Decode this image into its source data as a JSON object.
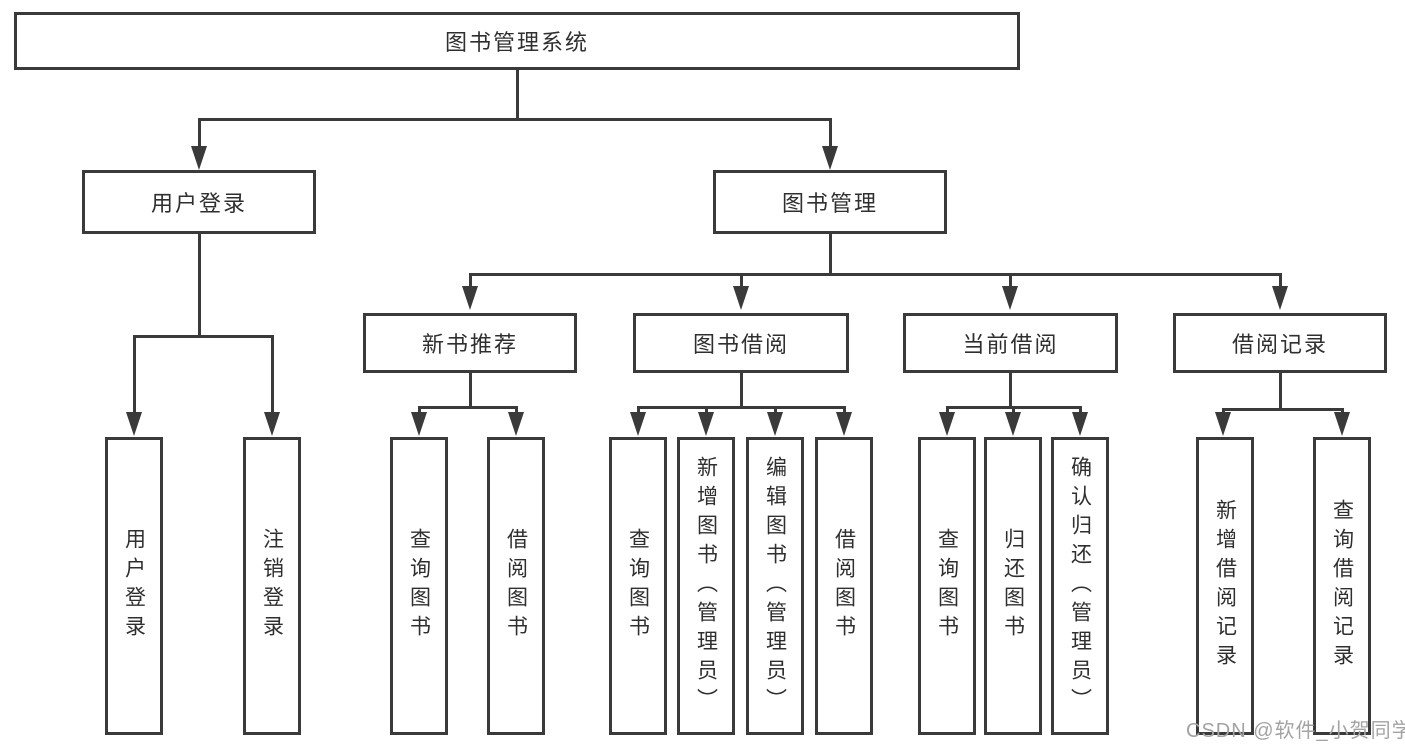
{
  "colors": {
    "line": "#3a3a3a",
    "box_border": "#3a3a3a",
    "text": "#2f2f2f",
    "background": "#ffffff",
    "watermark": "#a3a3a3"
  },
  "watermark": {
    "text": "CSDN @软件_小贺同学"
  },
  "diagram": {
    "root": {
      "label": "图书管理系统"
    },
    "level2": [
      {
        "label": "用户登录"
      },
      {
        "label": "图书管理"
      }
    ],
    "level3": [
      {
        "label": "新书推荐"
      },
      {
        "label": "图书借阅"
      },
      {
        "label": "当前借阅"
      },
      {
        "label": "借阅记录"
      }
    ],
    "leaves": {
      "user_login": [
        "用户登录",
        "注销登录"
      ],
      "new_books": [
        "查询图书",
        "借阅图书"
      ],
      "book_borrow": [
        "查询图书",
        "新增图书（管理员）",
        "编辑图书（管理员）",
        "借阅图书"
      ],
      "current_borrow": [
        "查询图书",
        "归还图书",
        "确认归还（管理员）"
      ],
      "borrow_records": [
        "新增借阅记录",
        "查询借阅记录"
      ]
    }
  }
}
